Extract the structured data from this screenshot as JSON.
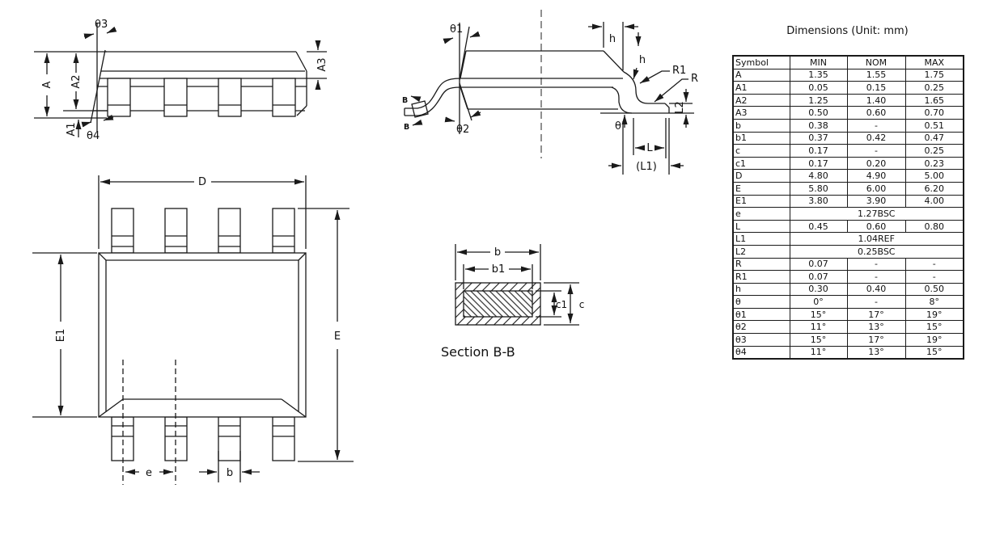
{
  "title": "Dimensions (Unit: mm)",
  "table": {
    "headers": [
      "Symbol",
      "MIN",
      "NOM",
      "MAX"
    ],
    "rows": [
      {
        "symbol": "A",
        "min": "1.35",
        "nom": "1.55",
        "max": "1.75"
      },
      {
        "symbol": "A1",
        "min": "0.05",
        "nom": "0.15",
        "max": "0.25"
      },
      {
        "symbol": "A2",
        "min": "1.25",
        "nom": "1.40",
        "max": "1.65"
      },
      {
        "symbol": "A3",
        "min": "0.50",
        "nom": "0.60",
        "max": "0.70"
      },
      {
        "symbol": "b",
        "min": "0.38",
        "nom": "-",
        "max": "0.51"
      },
      {
        "symbol": "b1",
        "min": "0.37",
        "nom": "0.42",
        "max": "0.47"
      },
      {
        "symbol": "c",
        "min": "0.17",
        "nom": "-",
        "max": "0.25"
      },
      {
        "symbol": "c1",
        "min": "0.17",
        "nom": "0.20",
        "max": "0.23"
      },
      {
        "symbol": "D",
        "min": "4.80",
        "nom": "4.90",
        "max": "5.00"
      },
      {
        "symbol": "E",
        "min": "5.80",
        "nom": "6.00",
        "max": "6.20"
      },
      {
        "symbol": "E1",
        "min": "3.80",
        "nom": "3.90",
        "max": "4.00"
      },
      {
        "symbol": "e",
        "span": "1.27BSC"
      },
      {
        "symbol": "L",
        "min": "0.45",
        "nom": "0.60",
        "max": "0.80"
      },
      {
        "symbol": "L1",
        "span": "1.04REF"
      },
      {
        "symbol": "L2",
        "span": "0.25BSC"
      },
      {
        "symbol": "R",
        "min": "0.07",
        "nom": "-",
        "max": "-"
      },
      {
        "symbol": "R1",
        "min": "0.07",
        "nom": "-",
        "max": "-"
      },
      {
        "symbol": "h",
        "min": "0.30",
        "nom": "0.40",
        "max": "0.50"
      },
      {
        "symbol": "θ",
        "min": "0°",
        "nom": "-",
        "max": "8°"
      },
      {
        "symbol": "θ1",
        "min": "15°",
        "nom": "17°",
        "max": "19°"
      },
      {
        "symbol": "θ2",
        "min": "11°",
        "nom": "13°",
        "max": "15°"
      },
      {
        "symbol": "θ3",
        "min": "15°",
        "nom": "17°",
        "max": "19°"
      },
      {
        "symbol": "θ4",
        "min": "11°",
        "nom": "13°",
        "max": "15°"
      }
    ]
  },
  "labels": {
    "side": {
      "a": "A",
      "a1": "A1",
      "a2": "A2",
      "a3": "A3",
      "t3": "θ3",
      "t4": "θ4"
    },
    "end": {
      "t1": "θ1",
      "t2": "θ2",
      "h_top": "h",
      "h_side": "h",
      "r1": "R1",
      "r": "R",
      "l2": "L2",
      "theta": "θ",
      "l": "L",
      "l1": "(L1)",
      "b_upper": "B",
      "b_lower": "B"
    },
    "top": {
      "d": "D",
      "e1": "E1",
      "e": "E",
      "pitch": "e",
      "lead_width": "b"
    },
    "section": {
      "b": "b",
      "b1": "b1",
      "c1": "c1",
      "c": "c",
      "caption": "Section B-B"
    }
  }
}
